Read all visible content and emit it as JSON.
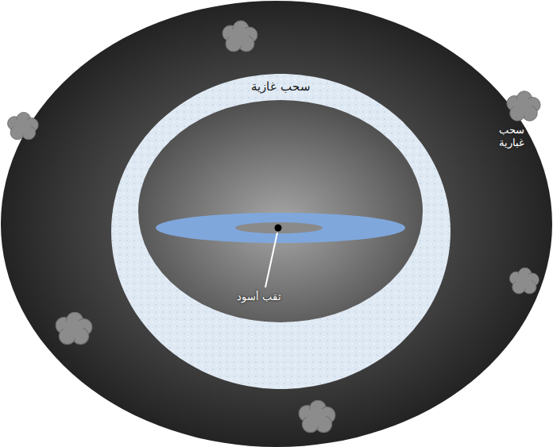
{
  "diagram": {
    "nodes": [
      {
        "text": [
          "سحب غازية"
        ]
      }
    ],
    "labels": [
      "سحب غبارية",
      "ثقب أسود"
    ]
  }
}
